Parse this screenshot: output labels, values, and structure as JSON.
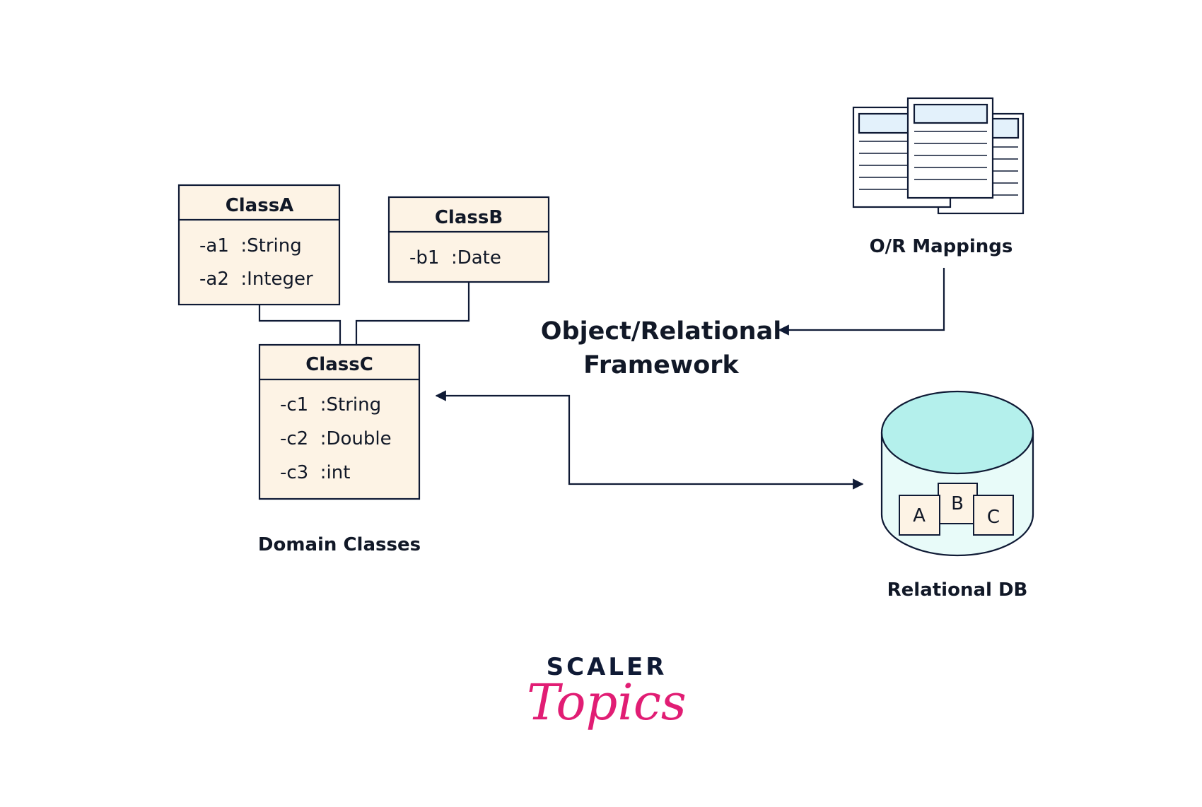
{
  "colors": {
    "stroke": "#0f1a35",
    "class_fill": "#fdf3e5",
    "doc_header_fill": "#e3f1fb",
    "db_top_fill": "#b4f0ec",
    "db_body_fill": "#e8fbf9",
    "brand_pink": "#e11d74"
  },
  "domain_classes": {
    "caption": "Domain Classes",
    "class_a": {
      "name": "ClassA",
      "attributes": [
        "-a1  :String",
        "-a2  :Integer"
      ]
    },
    "class_b": {
      "name": "ClassB",
      "attributes": [
        "-b1  :Date"
      ]
    },
    "class_c": {
      "name": "ClassC",
      "attributes": [
        "-c1  :String",
        "-c2  :Double",
        "-c3  :int"
      ]
    }
  },
  "framework": {
    "line1": "Object/Relational",
    "line2": "Framework"
  },
  "mappings": {
    "caption": "O/R Mappings",
    "icon": "document-stack-icon"
  },
  "database": {
    "caption": "Relational DB",
    "icon": "database-cylinder-icon",
    "tables": [
      "A",
      "B",
      "C"
    ]
  },
  "logo": {
    "wordmark": "SCALER",
    "script": "Topics"
  }
}
